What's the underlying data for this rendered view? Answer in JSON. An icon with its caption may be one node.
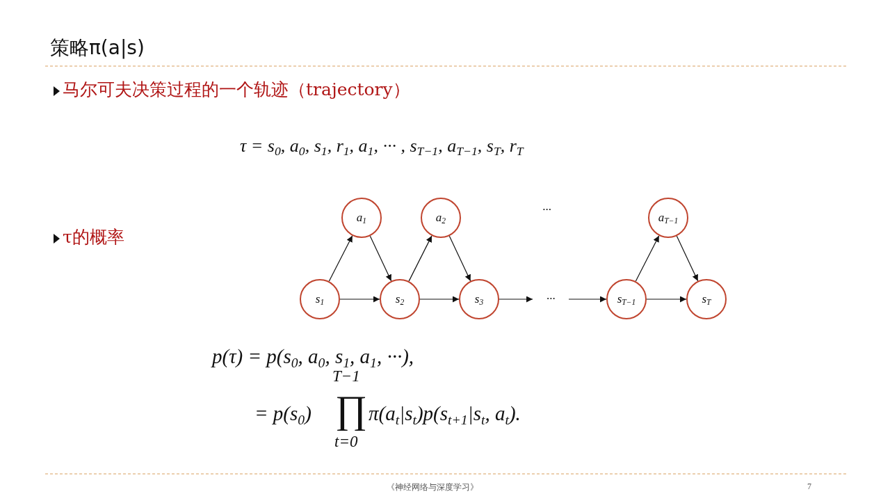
{
  "diagram": {
    "title": "策略π(a|s)",
    "nodes": [
      {
        "text": [
          "s$_{1}$"
        ]
      },
      {
        "text": [
          "a$_{1}$"
        ]
      },
      {
        "text": [
          "s$_{2}$"
        ]
      },
      {
        "text": [
          "a$_{2}$"
        ]
      },
      {
        "text": [
          "s$_{3}$"
        ]
      },
      {
        "text": [
          "···"
        ]
      },
      {
        "text": [
          "s$_{T−1}$"
        ]
      },
      {
        "text": [
          "a$_{T−1}$"
        ]
      },
      {
        "text": [
          "s$_{T}$"
        ]
      }
    ],
    "edges": [
      {
        "from": 0,
        "to": 1,
        "arrow": "to"
      },
      {
        "from": 1,
        "to": 2,
        "arrow": "to"
      },
      {
        "from": 0,
        "to": 2,
        "arrow": "to"
      },
      {
        "from": 2,
        "to": 3,
        "arrow": "to"
      },
      {
        "from": 3,
        "to": 4,
        "arrow": "to"
      },
      {
        "from": 2,
        "to": 4,
        "arrow": "to"
      },
      {
        "from": 4,
        "to": 5,
        "arrow": "to"
      },
      {
        "from": 5,
        "to": 6,
        "arrow": "to"
      },
      {
        "from": 6,
        "to": 7,
        "arrow": "to"
      },
      {
        "from": 7,
        "to": 8,
        "arrow": "to"
      },
      {
        "from": 6,
        "to": 8,
        "arrow": "to"
      }
    ],
    "labels": [
      "马尔可夫决策过程的一个轨迹（trajectory）",
      "τ = s$_{0}$, a$_{0}$, s$_{1}$, r$_{1}$, a$_{1}$, ··· , s$_{T−1}$, a$_{T−1}$, s$_{T}$, r$_{T}$",
      "···",
      "τ的概率",
      "p(τ) = p(s$_{0}$, a$_{0}$, s$_{1}$, a$_{1}$, ···),",
      "T−1",
      "= p(s$_{0}$)",
      "∏",
      "π(a$_{t}$|s$_{t}$)p(s$_{t+1}$|s$_{t}$, a$_{t}$).",
      "t=0",
      "《神经网络与深度学习》",
      "7"
    ]
  }
}
